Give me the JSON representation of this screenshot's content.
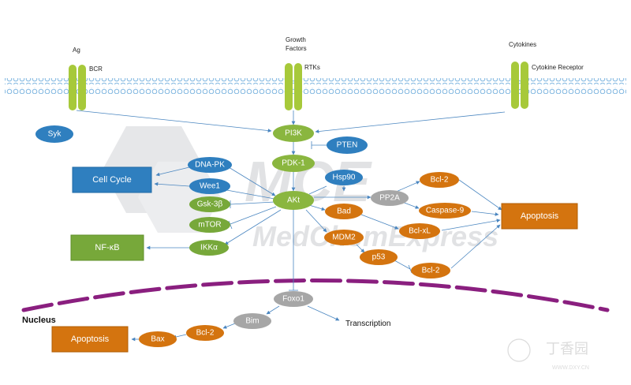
{
  "colors": {
    "green": "#8ab63f",
    "blue": "#2f7fbf",
    "orange": "#d4740f",
    "gray": "#a6a6a6",
    "membrane": "#7fb6e0",
    "receptor": "#a7c93a",
    "nucleus": "#8a1f7f",
    "arrow": "#4a86c0"
  },
  "receptors": {
    "bcr": {
      "ligand": "Ag",
      "name": "BCR"
    },
    "rtk": {
      "ligand_line1": "Growth",
      "ligand_line2": "Factors",
      "name": "RTKs"
    },
    "cytokine": {
      "ligand": "Cytokines",
      "name": "Cytokine Receptor"
    }
  },
  "nodes": {
    "syk": "Syk",
    "pi3k": "PI3K",
    "pten": "PTEN",
    "pdk1": "PDK-1",
    "akt": "AKt",
    "dnapk": "DNA-PK",
    "wee1": "Wee1",
    "gsk3b": "Gsk-3β",
    "mtor": "mTOR",
    "ikka": "IKKα",
    "hsp90": "Hsp90",
    "pp2a": "PP2A",
    "bad": "Bad",
    "mdm2": "MDM2",
    "p53": "p53",
    "bcl2_top": "Bcl-2",
    "caspase9": "Caspase-9",
    "bclxl": "Bcl-xL",
    "bcl2_low": "Bcl-2",
    "foxo1": "Foxo1",
    "bim": "Bim",
    "bcl2_nuc": "Bcl-2",
    "bax": "Bax"
  },
  "boxes": {
    "cell_cycle": "Cell Cycle",
    "nfkb": "NF-κB",
    "apoptosis_right": "Apoptosis",
    "apoptosis_left": "Apoptosis"
  },
  "labels": {
    "nucleus": "Nucleus",
    "transcription": "Transcription"
  },
  "watermark": {
    "brand_top": "MCE",
    "brand_bottom": "MedChemExpress",
    "corner_cn": "丁香园",
    "corner_url": "WWW.DXY.CN"
  }
}
